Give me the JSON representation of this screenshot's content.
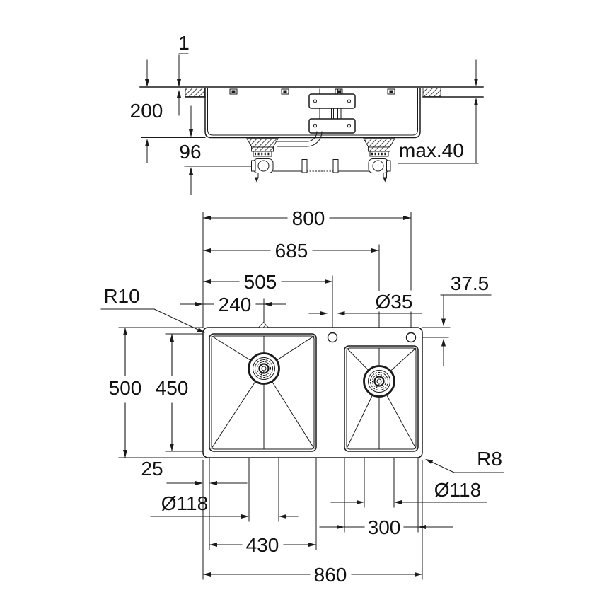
{
  "drawing": {
    "elevation_view": {
      "dim_rim_reveal": "1",
      "dim_bowl_depth": "200",
      "dim_trap_height": "96",
      "dim_countertop_max": "max.40"
    },
    "plan_view": {
      "dim_to_right_hole": "800",
      "dim_to_right_drain": "685",
      "dim_to_left_hole": "505",
      "dim_to_left_drain": "240",
      "dim_hole_diameter": "Ø35",
      "dim_hole_offset": "37.5",
      "radius_inner": "R10",
      "dim_overall_depth": "500",
      "dim_bowl_depth": "450",
      "dim_edge_margin": "25",
      "dim_left_drain_diameter": "Ø118",
      "dim_left_bowl_width": "430",
      "dim_overall_width": "860",
      "dim_right_bowl_width": "300",
      "dim_right_drain_diameter": "Ø118",
      "radius_outer": "R8"
    }
  }
}
